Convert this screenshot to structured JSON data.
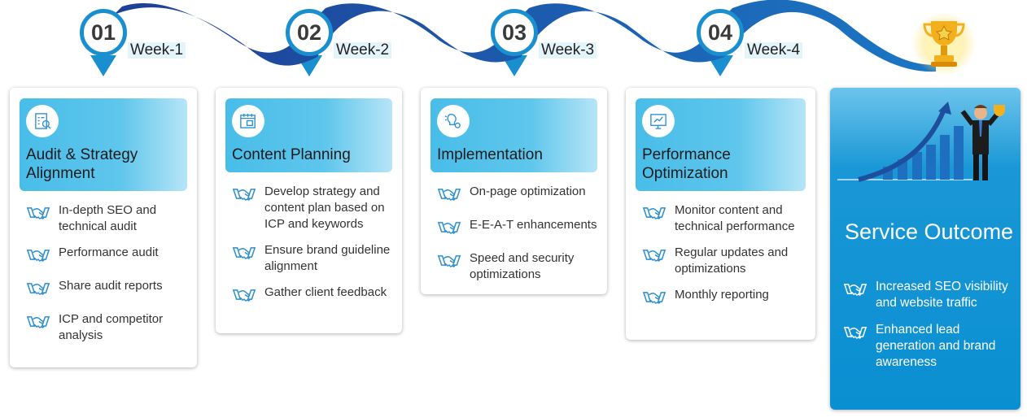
{
  "steps": [
    {
      "num": "01",
      "week": "Week-1",
      "title": "Audit & Strategy Alignment",
      "icon": "audit-report-icon",
      "items": [
        "In-depth SEO and technical audit",
        "Performance audit",
        "Share audit reports",
        "ICP and competitor analysis"
      ]
    },
    {
      "num": "02",
      "week": "Week-2",
      "title": "Content Planning",
      "icon": "calendar-plan-icon",
      "items": [
        "Develop strategy and content plan based on ICP and keywords",
        "Ensure brand guideline alignment",
        "Gather client feedback"
      ]
    },
    {
      "num": "03",
      "week": "Week-3",
      "title": "Implementation",
      "icon": "idea-gear-icon",
      "items": [
        "On-page optimization",
        "E-E-A-T enhancements",
        "Speed and security optimizations"
      ]
    },
    {
      "num": "04",
      "week": "Week-4",
      "title": "Performance Optimization",
      "icon": "monitor-chart-icon",
      "items": [
        "Monitor content and technical performance",
        "Regular updates and optimizations",
        "Monthly reporting"
      ]
    }
  ],
  "outcome": {
    "title": "Service Outcome",
    "items": [
      "Increased SEO visibility and website traffic",
      "Enhanced lead generation and brand awareness"
    ]
  },
  "colors": {
    "ribbon": "#1f5fb0",
    "accent": "#1a8fd0",
    "header": "#48bde9",
    "outcome": "#0a8fd2"
  }
}
